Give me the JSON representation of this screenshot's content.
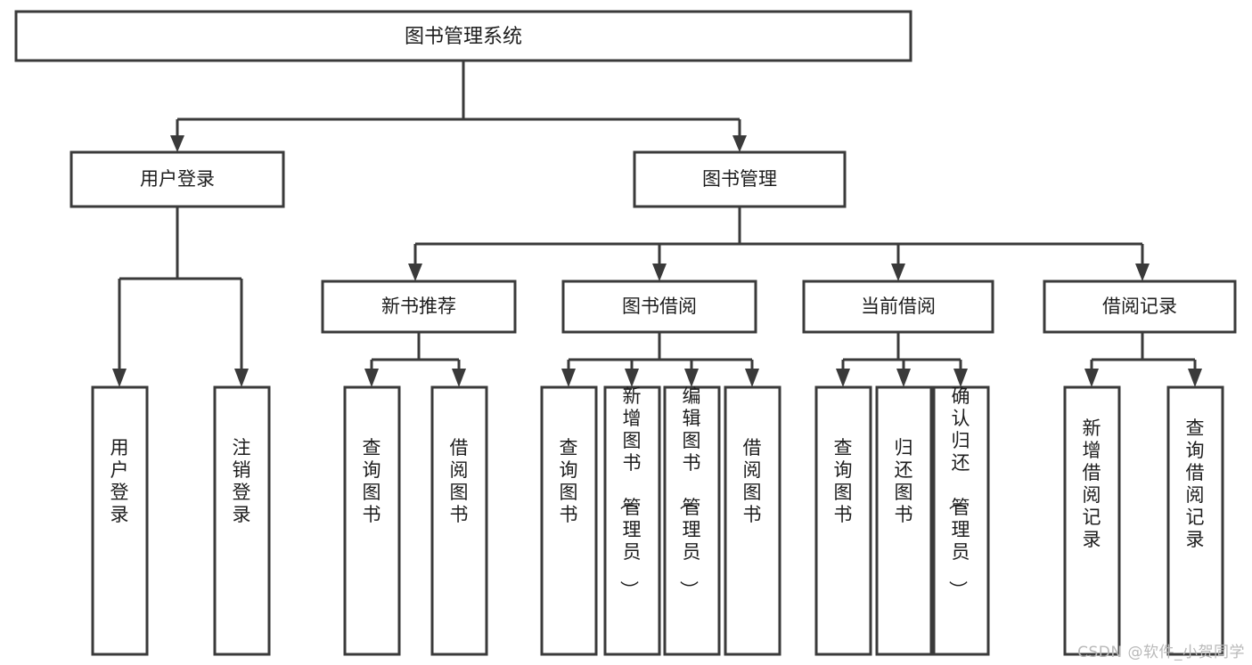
{
  "diagram": {
    "title": "图书管理系统",
    "type": "tree-hierarchy",
    "orientation": "top-down",
    "colors": {
      "box_fill": "#ffffff",
      "box_stroke": "#3a3a3a",
      "text": "#1d1d1d",
      "background": "#ffffff",
      "watermark": "#b9b9b9"
    },
    "root": {
      "label": "图书管理系统",
      "level": 1
    },
    "level2": [
      {
        "label": "用户登录",
        "level": 2
      },
      {
        "label": "图书管理",
        "level": 2
      }
    ],
    "level3": [
      {
        "label": "新书推荐",
        "level": 3,
        "parent": "图书管理"
      },
      {
        "label": "图书借阅",
        "level": 3,
        "parent": "图书管理"
      },
      {
        "label": "当前借阅",
        "level": 3,
        "parent": "图书管理"
      },
      {
        "label": "借阅记录",
        "level": 3,
        "parent": "图书管理"
      }
    ],
    "leaves": [
      {
        "label": "用户登录",
        "parent": "用户登录",
        "vertical": true
      },
      {
        "label": "注销登录",
        "parent": "用户登录",
        "vertical": true
      },
      {
        "label": "查询图书",
        "parent": "新书推荐",
        "vertical": true
      },
      {
        "label": "借阅图书",
        "parent": "新书推荐",
        "vertical": true
      },
      {
        "label": "查询图书",
        "parent": "图书借阅",
        "vertical": true
      },
      {
        "label": "新增图书（管理员）",
        "parent": "图书借阅",
        "vertical": true
      },
      {
        "label": "编辑图书（管理员）",
        "parent": "图书借阅",
        "vertical": true
      },
      {
        "label": "借阅图书",
        "parent": "图书借阅",
        "vertical": true
      },
      {
        "label": "查询图书",
        "parent": "当前借阅",
        "vertical": true
      },
      {
        "label": "归还图书",
        "parent": "当前借阅",
        "vertical": true
      },
      {
        "label": "确认归还（管理员）",
        "parent": "当前借阅",
        "vertical": true
      },
      {
        "label": "新增借阅记录",
        "parent": "借阅记录",
        "vertical": true
      },
      {
        "label": "查询借阅记录",
        "parent": "借阅记录",
        "vertical": true
      }
    ]
  },
  "watermark": {
    "text": "CSDN @软件_小贺同学"
  }
}
